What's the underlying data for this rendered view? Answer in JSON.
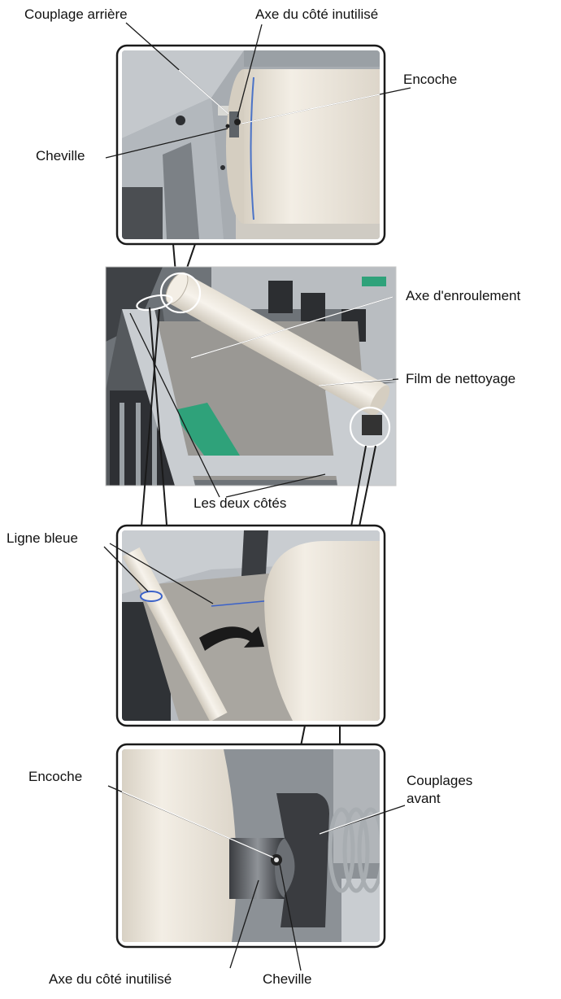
{
  "labels": {
    "couplage_arriere": "Couplage arrière",
    "axe_cote_inutilise_top": "Axe du côté inutilisé",
    "encoche_top": "Encoche",
    "cheville_top": "Cheville",
    "axe_enroulement": "Axe d'enroulement",
    "film_nettoyage": "Film de nettoyage",
    "deux_cotes": "Les deux côtés",
    "ligne_bleue": "Ligne bleue",
    "encoche_bottom": "Encoche",
    "couplages_avant_1": "Couplages",
    "couplages_avant_2": "avant",
    "axe_cote_inutilise_bottom": "Axe du côté inutilisé",
    "cheville_bottom": "Cheville"
  },
  "colors": {
    "frame": "#1a1a1a",
    "metal_light": "#c9cdd1",
    "metal_dark": "#8c9196",
    "roll_paper": "#efe9de",
    "film": "#9a9894",
    "accent_blue": "#3b62c9",
    "green_part": "#2fa27a"
  }
}
